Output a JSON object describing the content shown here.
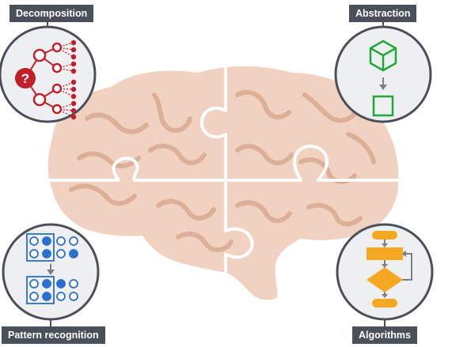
{
  "labels": {
    "decomposition": "Decomposition",
    "abstraction": "Abstraction",
    "pattern_recognition": "Pattern recognition",
    "algorithms": "Algorithms"
  },
  "decomposition_symbol": "?",
  "colors": {
    "brain": "#f1d2c1",
    "brain_fold": "#dcaf98",
    "puzzle_seam": "#ffffff",
    "circle_fill": "#eeeff0",
    "circle_border": "#4a4f59",
    "tag_bg": "#4a4f59",
    "tag_text": "#ffffff",
    "decomposition": "#c0202a",
    "abstraction": "#22a83a",
    "pattern": "#2b6fd0",
    "algorithm": "#f7a823",
    "arrow": "#7a7f88"
  },
  "icons": {
    "decomposition": "tree-diagram-icon",
    "abstraction": "cube-to-square-icon",
    "pattern_recognition": "dot-grid-icon",
    "algorithms": "flowchart-icon"
  }
}
